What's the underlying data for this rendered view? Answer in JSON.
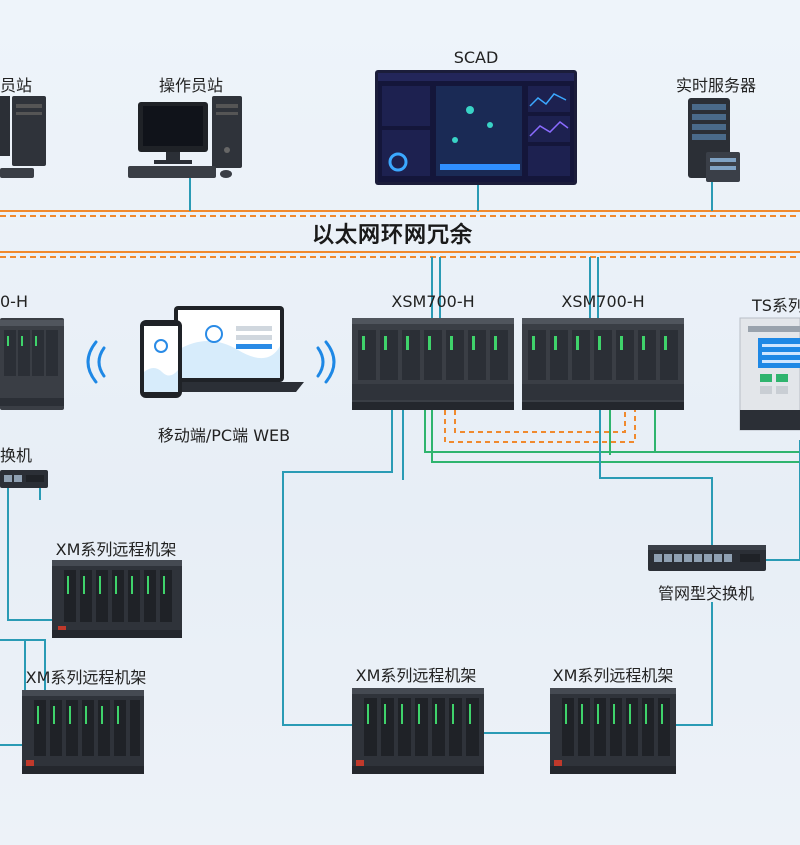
{
  "labels": {
    "left_station": "员站",
    "operator_station": "操作员站",
    "scad": "SCAD",
    "realtime_server": "实时服务器",
    "bus": "以太网环网冗余",
    "left_controller": "0-H",
    "xsm_a": "XSM700-H",
    "xsm_b": "XSM700-H",
    "ts_series": "TS系列",
    "mobile_pc": "移动端/PC端 WEB",
    "left_switch": "换机",
    "managed_switch": "管网型交换机",
    "remote_rack_1": "XM系列远程机架",
    "remote_rack_2": "XM系列远程机架",
    "remote_rack_3": "XM系列远程机架",
    "remote_rack_4": "XM系列远程机架"
  },
  "colors": {
    "bus_orange": "#f08a2e",
    "link_blue": "#2a9bb5",
    "link_green": "#2fb46e",
    "device_dark": "#2b2f36"
  }
}
